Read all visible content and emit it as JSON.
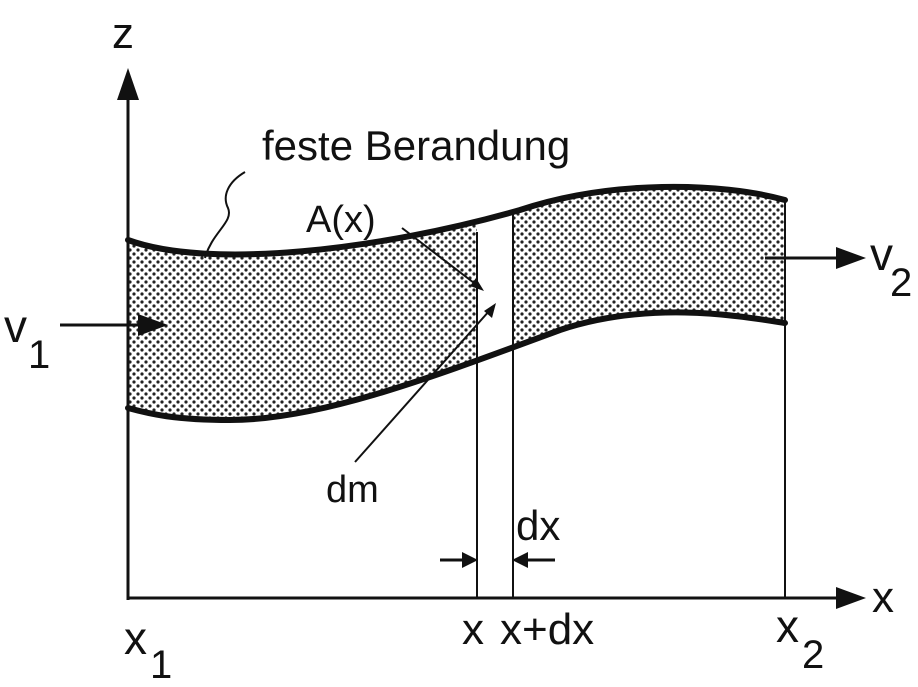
{
  "axes": {
    "z_label": "z",
    "x_label": "x"
  },
  "labels": {
    "boundary": "feste Berandung",
    "area": "A(x)",
    "mass_element": "dm",
    "dx": "dx",
    "v1_base": "v",
    "v1_sub": "1",
    "v2_base": "v",
    "v2_sub": "2"
  },
  "ticks": {
    "x1_base": "x",
    "x1_sub": "1",
    "x": "x",
    "x_plus_dx": "x+dx",
    "x2_base": "x",
    "x2_sub": "2"
  },
  "colors": {
    "ink": "#111111",
    "hatch": "#222222"
  }
}
